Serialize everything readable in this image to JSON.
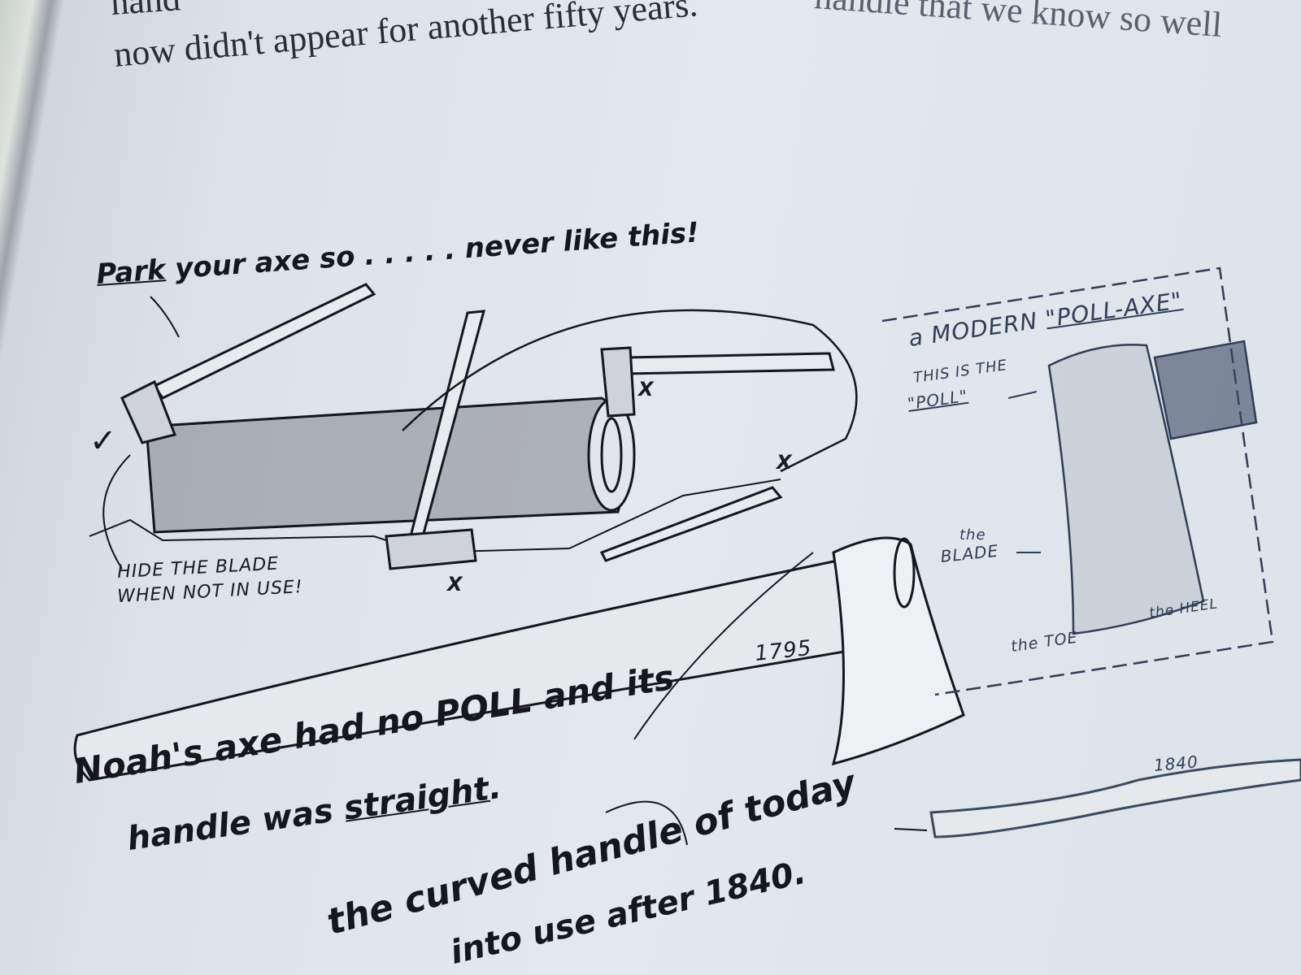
{
  "page_text": {
    "line1_left": "hand",
    "line1_right": "handle that we know so well",
    "line2": "now didn't appear for another fifty years."
  },
  "illustration": {
    "park_caption_a": "Park",
    "park_caption_b": "your axe so . . . . . never like this!",
    "hide_blade_1": "HIDE THE BLADE",
    "hide_blade_2": "WHEN NOT IN USE!",
    "x_mark": "X",
    "check_mark": "✓",
    "year_1795": "1795",
    "year_1840": "1840",
    "modern_title_a": "a MODERN",
    "modern_title_b": "\"POLL-AXE\"",
    "poll_label_1": "THIS IS THE",
    "poll_label_2": "\"POLL\"",
    "blade_label_1": "the",
    "blade_label_2": "BLADE",
    "toe_label": "the TOE",
    "heel_label": "the HEEL",
    "noah_line1a": "Noah's axe had no ",
    "noah_line1b": "POLL",
    "noah_line1c": " and its",
    "noah_line2a": "handle was ",
    "noah_line2b": "straight",
    "noah_line2c": ".",
    "curved_line1": "the curved handle of today",
    "curved_line2": "into use after 1840."
  }
}
